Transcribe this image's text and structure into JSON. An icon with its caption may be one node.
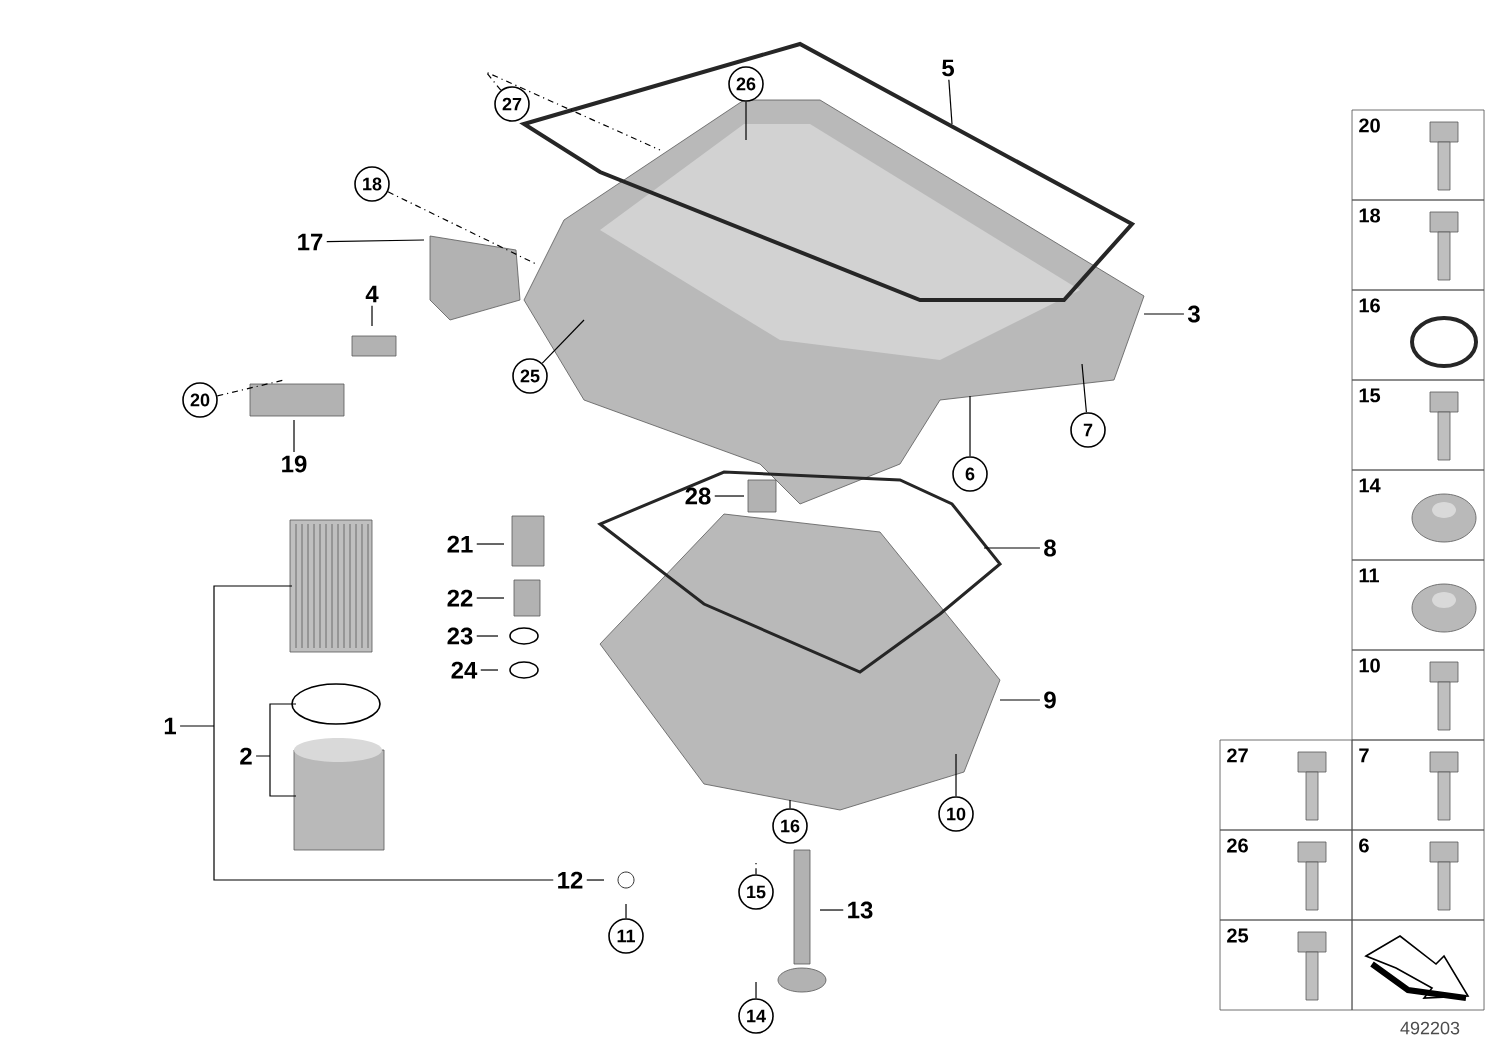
{
  "diagram": {
    "nodes": [
      {
        "text": [
          "5"
        ]
      },
      {
        "text": [
          "26"
        ]
      },
      {
        "text": [
          "27"
        ]
      },
      {
        "text": [
          "18"
        ]
      },
      {
        "text": [
          "17"
        ]
      },
      {
        "text": [
          "4"
        ]
      },
      {
        "text": [
          "3"
        ]
      },
      {
        "text": [
          "25"
        ]
      },
      {
        "text": [
          "20"
        ]
      },
      {
        "text": [
          "7"
        ]
      },
      {
        "text": [
          "19"
        ]
      },
      {
        "text": [
          "6"
        ]
      },
      {
        "text": [
          "28"
        ]
      },
      {
        "text": [
          "21"
        ]
      },
      {
        "text": [
          "8"
        ]
      },
      {
        "text": [
          "22"
        ]
      },
      {
        "text": [
          "23"
        ]
      },
      {
        "text": [
          "24"
        ]
      },
      {
        "text": [
          "9"
        ]
      },
      {
        "text": [
          "1"
        ]
      },
      {
        "text": [
          "2"
        ]
      },
      {
        "text": [
          "10"
        ]
      },
      {
        "text": [
          "16"
        ]
      },
      {
        "text": [
          "12"
        ]
      },
      {
        "text": [
          "15"
        ]
      },
      {
        "text": [
          "13"
        ]
      },
      {
        "text": [
          "11"
        ]
      },
      {
        "text": [
          "14"
        ]
      }
    ],
    "edges": [
      {
        "from": 0,
        "to": null,
        "arrow": "none"
      },
      {
        "from": 1,
        "to": null,
        "arrow": "none"
      },
      {
        "from": 2,
        "to": null,
        "arrow": "none",
        "style": "dashed"
      },
      {
        "from": 3,
        "to": null,
        "arrow": "none",
        "style": "dashed"
      },
      {
        "from": 4,
        "to": null,
        "arrow": "none"
      },
      {
        "from": 5,
        "to": null,
        "arrow": "none"
      },
      {
        "from": 6,
        "to": null,
        "arrow": "none"
      },
      {
        "from": 7,
        "to": null,
        "arrow": "none"
      },
      {
        "from": 8,
        "to": null,
        "arrow": "none",
        "style": "dashed"
      },
      {
        "from": 9,
        "to": null,
        "arrow": "none"
      },
      {
        "from": 10,
        "to": null,
        "arrow": "none"
      },
      {
        "from": 11,
        "to": null,
        "arrow": "none"
      },
      {
        "from": 12,
        "to": null,
        "arrow": "none"
      },
      {
        "from": 13,
        "to": null,
        "arrow": "none"
      },
      {
        "from": 14,
        "to": null,
        "arrow": "none"
      },
      {
        "from": 15,
        "to": null,
        "arrow": "none"
      },
      {
        "from": 16,
        "to": null,
        "arrow": "none"
      },
      {
        "from": 17,
        "to": null,
        "arrow": "none"
      },
      {
        "from": 18,
        "to": null,
        "arrow": "none"
      },
      {
        "from": 19,
        "to": 23,
        "arrow": "none"
      },
      {
        "from": 20,
        "to": null,
        "arrow": "none"
      },
      {
        "from": 21,
        "to": null,
        "arrow": "none"
      },
      {
        "from": 22,
        "to": null,
        "arrow": "none"
      },
      {
        "from": 23,
        "to": null,
        "arrow": "none"
      },
      {
        "from": 24,
        "to": null,
        "arrow": "none",
        "style": "dashed"
      },
      {
        "from": 25,
        "to": null,
        "arrow": "none"
      },
      {
        "from": 26,
        "to": null,
        "arrow": "none"
      },
      {
        "from": 27,
        "to": null,
        "arrow": "none"
      }
    ],
    "labels": [
      "20",
      "18",
      "16",
      "15",
      "14",
      "11",
      "10",
      "27",
      "7",
      "26",
      "6",
      "25",
      "492203"
    ]
  }
}
